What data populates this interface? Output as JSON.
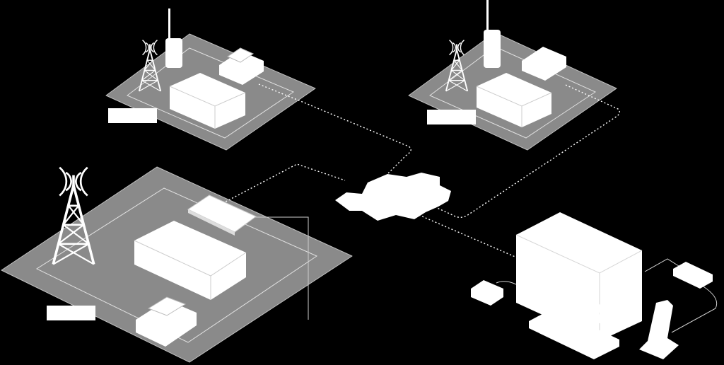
{
  "diagram": {
    "colors": {
      "background": "#000000",
      "platform_fill": "#8a8a8a",
      "equipment": "#ffffff",
      "link_line": "#ffffff"
    },
    "sites": [
      {
        "id": "site-top-left",
        "equipment": [
          "radio-tower-icon",
          "handheld-radio-icon",
          "repeater-unit-icon",
          "mobile-radio-icon"
        ],
        "label": ""
      },
      {
        "id": "site-top-right",
        "equipment": [
          "radio-tower-icon",
          "handheld-radio-icon",
          "repeater-unit-icon",
          "mobile-radio-icon"
        ],
        "label": ""
      },
      {
        "id": "site-bottom-left",
        "equipment": [
          "radio-tower-icon",
          "repeater-unit-icon",
          "mobile-radio-icon",
          "network-switch-icon"
        ],
        "label": ""
      }
    ],
    "network": {
      "icon": "network-cloud-icon"
    },
    "dispatch_station": {
      "equipment": [
        "monitor-icon",
        "keyboard-icon",
        "mouse-icon",
        "desk-microphone-icon",
        "speaker-icon",
        "remote-unit-icon"
      ]
    }
  }
}
